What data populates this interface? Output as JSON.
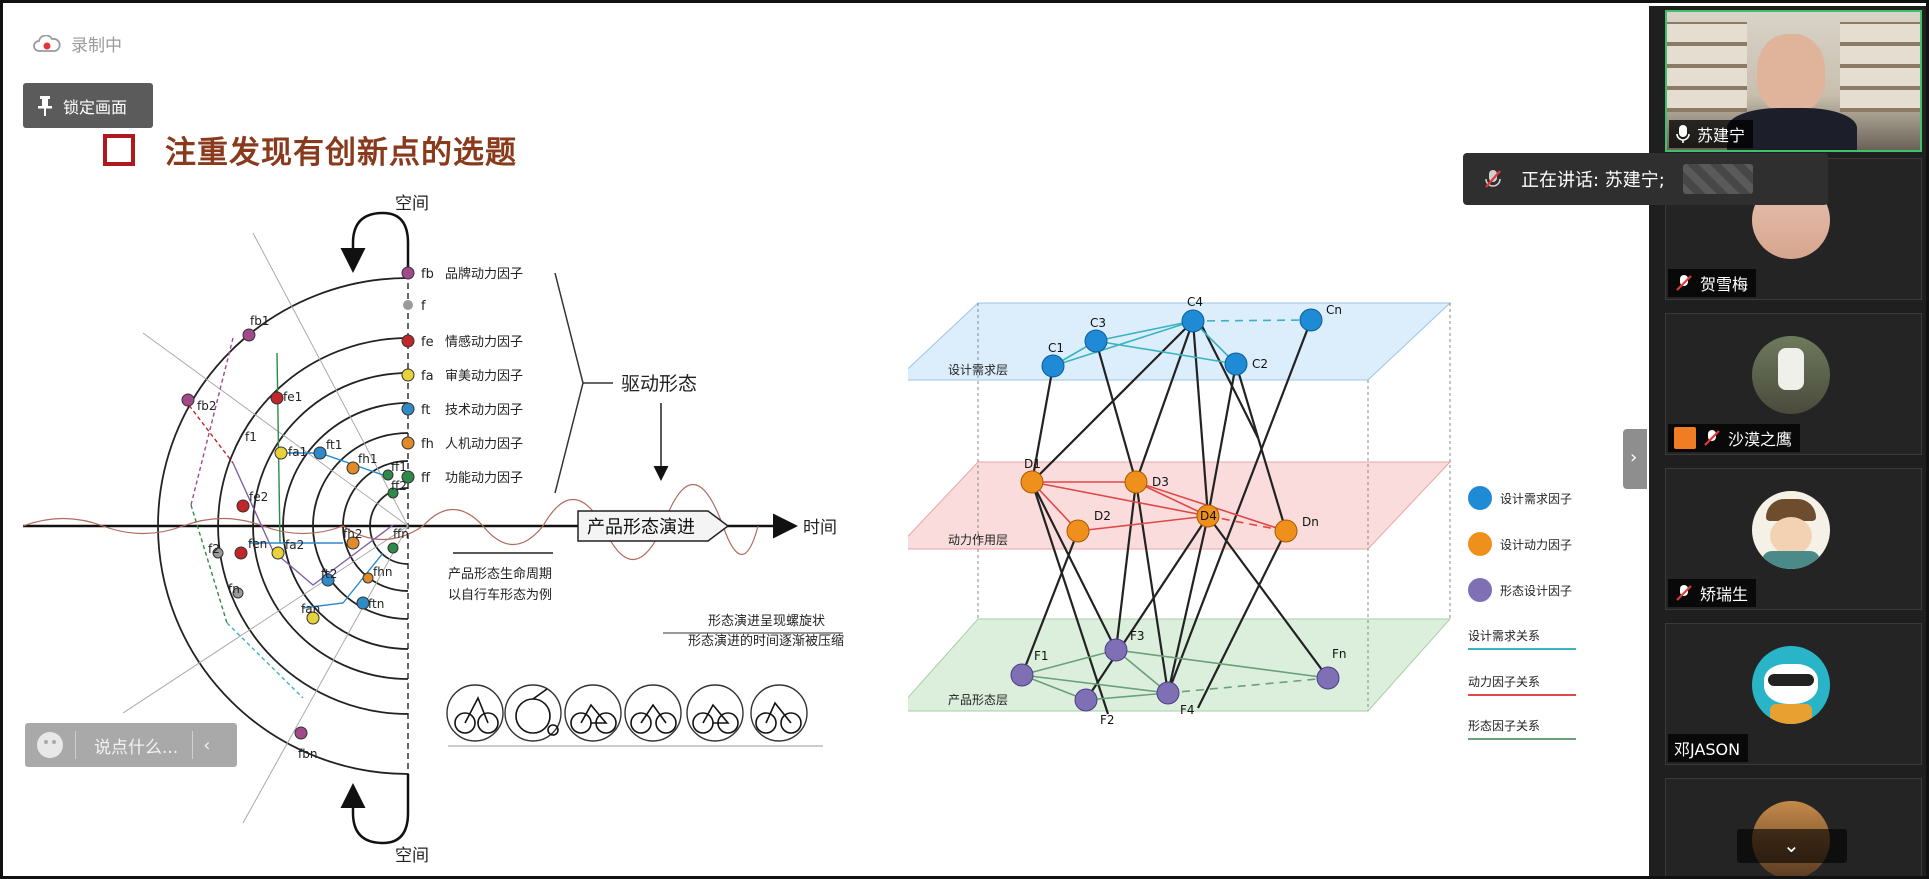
{
  "recording": {
    "label": "录制中"
  },
  "lock_screen": {
    "label": "锁定画面"
  },
  "slide": {
    "title": "注重发现有创新点的选题"
  },
  "left_diagram": {
    "space_top": "空间",
    "space_bottom": "空间",
    "time_axis": "时间",
    "drive": "驱动形态",
    "evolution": "产品形态演进",
    "lifecycle": "产品形态生命周期",
    "bike_example": "以自行车形态为例",
    "spiral_note_1": "形态演进呈现螺旋状",
    "spiral_note_2": "形态演进的时间逐渐被压缩",
    "factors": [
      {
        "code": "fb",
        "label": "品牌动力因子",
        "color": "#a04a8a"
      },
      {
        "code": "f",
        "label": "",
        "color": "#9a9a9a"
      },
      {
        "code": "fe",
        "label": "情感动力因子",
        "color": "#c0262a"
      },
      {
        "code": "fa",
        "label": "审美动力因子",
        "color": "#e8d23a"
      },
      {
        "code": "ft",
        "label": "技术动力因子",
        "color": "#2f8ac8"
      },
      {
        "code": "fh",
        "label": "人机动力因子",
        "color": "#e08a2a"
      },
      {
        "code": "ff",
        "label": "功能动力因子",
        "color": "#2e8a4a"
      }
    ],
    "nodes": [
      "fb1",
      "fb2",
      "f1",
      "fe1",
      "fa1",
      "ft1",
      "fh1",
      "ff1",
      "ff2",
      "fe2",
      "fen",
      "fa2",
      "ft2",
      "fh2",
      "fhn",
      "ffn",
      "fan",
      "ftn",
      "f2",
      "fn",
      "fbn"
    ]
  },
  "right_diagram": {
    "layers": [
      "设计需求层",
      "动力作用层",
      "产品形态层"
    ],
    "c_nodes": [
      "C1",
      "C3",
      "C4",
      "C2",
      "Cn"
    ],
    "d_nodes": [
      "D1",
      "D3",
      "D2",
      "D4",
      "Dn"
    ],
    "f_nodes": [
      "F1",
      "F3",
      "F2",
      "F4",
      "Fn"
    ],
    "legend": [
      {
        "label": "设计需求因子",
        "color": "#1f8ad6"
      },
      {
        "label": "设计动力因子",
        "color": "#f0901c"
      },
      {
        "label": "形态设计因子",
        "color": "#7f70b5"
      }
    ],
    "line_legend": [
      {
        "label": "设计需求关系",
        "color": "#3ab4c0"
      },
      {
        "label": "动力因子关系",
        "color": "#e04848"
      },
      {
        "label": "形态因子关系",
        "color": "#6aa07a"
      }
    ]
  },
  "chat": {
    "placeholder": "说点什么..."
  },
  "speaking": {
    "label": "正在讲话: 苏建宁;"
  },
  "participants": [
    {
      "name": "苏建宁",
      "mic": "on"
    },
    {
      "name": "贺雪梅",
      "mic": "off"
    },
    {
      "name": "沙漠之鹰",
      "mic": "off"
    },
    {
      "name": "矫瑞生",
      "mic": "off"
    },
    {
      "name": "邓JASON",
      "mic": "none"
    },
    {
      "name": "",
      "mic": "none"
    }
  ]
}
